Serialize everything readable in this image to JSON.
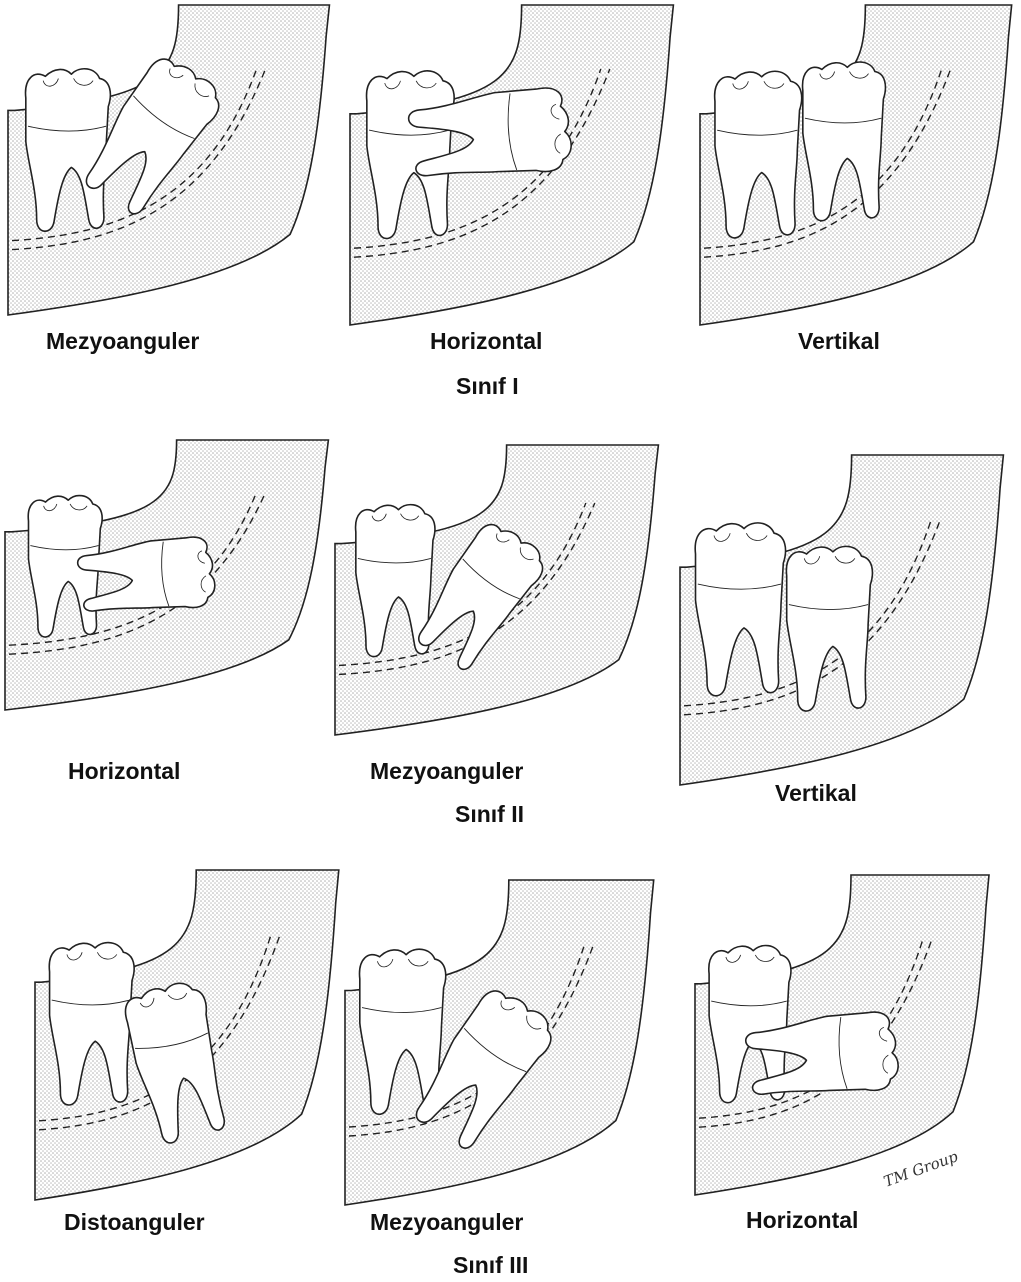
{
  "rows": [
    {
      "class_label": "Sınıf I",
      "panels": [
        {
          "label": "Mezyoanguler",
          "orientation": "mesioangular"
        },
        {
          "label": "Horizontal",
          "orientation": "horizontal"
        },
        {
          "label": "Vertikal",
          "orientation": "vertical"
        }
      ]
    },
    {
      "class_label": "Sınıf II",
      "panels": [
        {
          "label": "Horizontal",
          "orientation": "horizontal"
        },
        {
          "label": "Mezyoanguler",
          "orientation": "mesioangular"
        },
        {
          "label": "Vertikal",
          "orientation": "vertical"
        }
      ]
    },
    {
      "class_label": "Sınıf III",
      "panels": [
        {
          "label": "Distoanguler",
          "orientation": "distoangular"
        },
        {
          "label": "Mezyoanguler",
          "orientation": "mesioangular"
        },
        {
          "label": "Horizontal",
          "orientation": "horizontal"
        }
      ]
    }
  ],
  "signature": "TM Group",
  "colors": {
    "bone_stipple": "#bdbdbd",
    "line": "#222222",
    "tooth_fill": "#ffffff"
  }
}
